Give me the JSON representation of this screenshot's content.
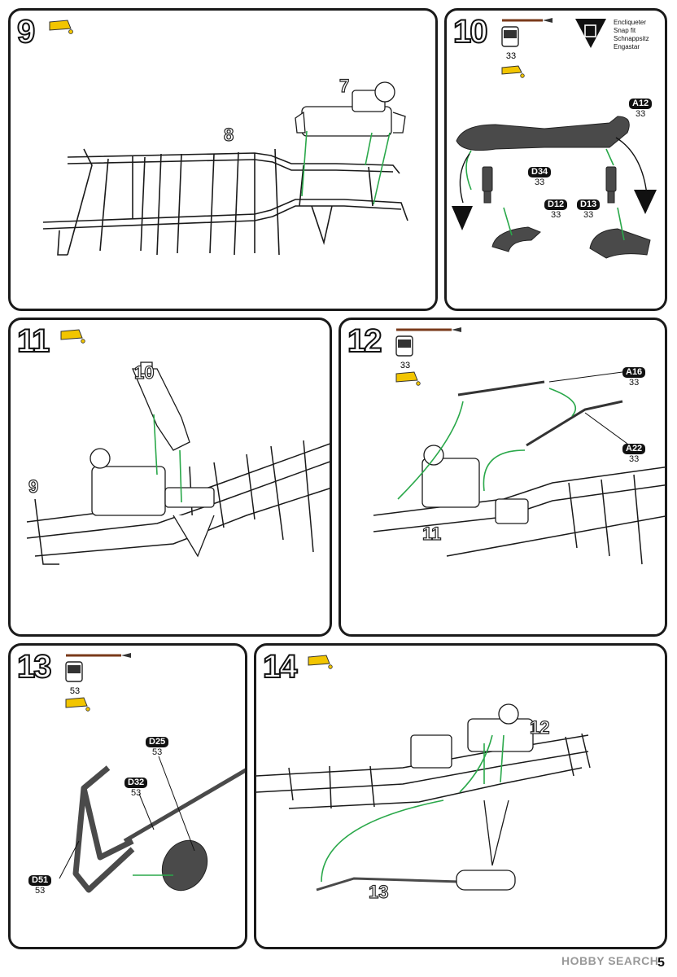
{
  "steps": [
    {
      "number": "9",
      "callouts": [
        "7",
        "8"
      ]
    },
    {
      "number": "10",
      "paint": "33",
      "parts": [
        {
          "id": "A12",
          "qty": "33"
        },
        {
          "id": "D34",
          "qty": "33"
        },
        {
          "id": "D12",
          "qty": "33"
        },
        {
          "id": "D13",
          "qty": "33"
        }
      ],
      "snapfit": [
        "Encliqueter",
        "Snap fit",
        "Schnappsitz",
        "Engastar"
      ]
    },
    {
      "number": "11",
      "callouts": [
        "10",
        "9"
      ]
    },
    {
      "number": "12",
      "paint": "33",
      "parts": [
        {
          "id": "A16",
          "qty": "33"
        },
        {
          "id": "A22",
          "qty": "33"
        }
      ],
      "callouts": [
        "11"
      ]
    },
    {
      "number": "13",
      "paint": "53",
      "parts": [
        {
          "id": "D25",
          "qty": "53"
        },
        {
          "id": "D32",
          "qty": "53"
        },
        {
          "id": "D51",
          "qty": "53"
        }
      ]
    },
    {
      "number": "14",
      "callouts": [
        "12",
        "13"
      ]
    }
  ],
  "footer": {
    "page_number": "5",
    "watermark": "HOBBY SEARCH"
  },
  "colors": {
    "glue": "#f2c500",
    "arrow": "#2aa84a",
    "part_gray": "#4a4a4a",
    "frame_line": "#1a1a1a"
  },
  "icons": [
    "glue-tube-icon",
    "paint-brush-icon",
    "paint-pot-icon",
    "snap-fit-icon"
  ]
}
